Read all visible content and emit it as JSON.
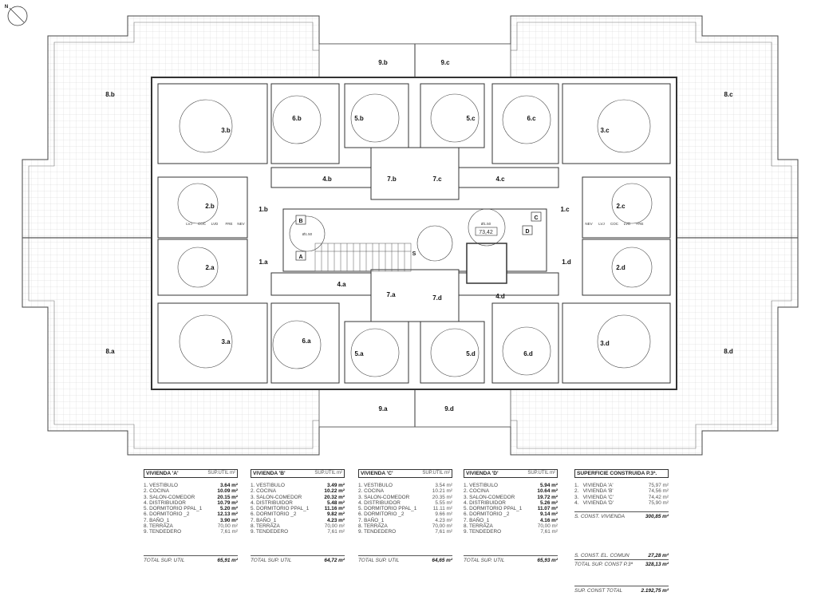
{
  "compass": {
    "north": "N"
  },
  "plan": {
    "rooms": {
      "8b": "8.b",
      "8c": "8.c",
      "8a": "8.a",
      "8d": "8.d",
      "9b": "9.b",
      "9c": "9.c",
      "9a": "9.a",
      "9d": "9.d",
      "3b": "3.b",
      "6b": "6.b",
      "5b": "5.b",
      "5c": "5.c",
      "6c": "6.c",
      "3c": "3.c",
      "4b": "4.b",
      "7b": "7.b",
      "7c": "7.c",
      "4c": "4.c",
      "2b": "2.b",
      "2c": "2.c",
      "1b": "1.b",
      "1c": "1.c",
      "1a": "1.a",
      "1d": "1.d",
      "2a": "2.a",
      "2d": "2.d",
      "4a": "4.a",
      "7a": "7.a",
      "7d": "7.d",
      "4d": "4.d",
      "3a": "3.a",
      "6a": "6.a",
      "5a": "5.a",
      "5d": "5.d",
      "6d": "6.d",
      "3d": "3.d"
    },
    "markers": {
      "a": "A",
      "b": "B",
      "c": "C",
      "d": "D"
    },
    "stair_label": "S",
    "landing_area": "73,42",
    "diameter": "Ø1.50",
    "kitchen_codes": [
      "LVJ",
      "COC",
      "LVD",
      "FRE",
      "NEV"
    ]
  },
  "tables": [
    {
      "title": "VIVIENDA 'A'",
      "header": "SUP.UTIL m²",
      "items": [
        {
          "label": "1. VESTIBULO",
          "value": "3.64 m²"
        },
        {
          "label": "2. COCINA",
          "value": "10.09 m²"
        },
        {
          "label": "3. SALON-COMEDOR",
          "value": "20.15 m²"
        },
        {
          "label": "4. DISTRIBUIDOR",
          "value": "10.79 m²"
        },
        {
          "label": "5. DORMITORIO PPAL_1",
          "value": "5.20 m²"
        },
        {
          "label": "6. DORMITORIO _2",
          "value": "12.13 m²"
        },
        {
          "label": "7. BAÑO_1",
          "value": "3.90 m²"
        },
        {
          "label": "8. TERRAZA",
          "value": "70,00 m²"
        },
        {
          "label": "9. TENDEDERO",
          "value": "7,61 m²"
        }
      ],
      "total_label": "TOTAL SUP. UTIL",
      "total_value": "65,91 m²"
    },
    {
      "title": "VIVIENDA 'B'",
      "header": "SUP.UTIL m²",
      "items": [
        {
          "label": "1. VESTIBULO",
          "value": "3.49 m²"
        },
        {
          "label": "2. COCINA",
          "value": "10.22 m²"
        },
        {
          "label": "3. SALON-COMEDOR",
          "value": "20.32 m²"
        },
        {
          "label": "4. DISTRIBUIDOR",
          "value": "5.48 m²"
        },
        {
          "label": "5. DORMITORIO PPAL_1",
          "value": "11.16 m²"
        },
        {
          "label": "6. DORMITORIO _2",
          "value": "9.82 m²"
        },
        {
          "label": "7. BAÑO_1",
          "value": "4.23 m²"
        },
        {
          "label": "8. TERRAZA",
          "value": "70,00 m²"
        },
        {
          "label": "9. TENDEDERO",
          "value": "7,61 m²"
        }
      ],
      "total_label": "TOTAL SUP. UTIL",
      "total_value": "64,72 m²"
    },
    {
      "title": "VIVIENDA 'C'",
      "header": "SUP.UTIL m²",
      "items": [
        {
          "label": "1. VESTIBULO",
          "value": "3.54 m²"
        },
        {
          "label": "2. COCINA",
          "value": "10.21 m²"
        },
        {
          "label": "3. SALON-COMEDOR",
          "value": "20.35 m²"
        },
        {
          "label": "4. DISTRIBUIDOR",
          "value": "5.55 m²"
        },
        {
          "label": "5. DORMITORIO PPAL_1",
          "value": "11.11 m²"
        },
        {
          "label": "6. DORMITORIO _2",
          "value": "9.66 m²"
        },
        {
          "label": "7. BAÑO_1",
          "value": "4.23 m²"
        },
        {
          "label": "8. TERRAZA",
          "value": "70,00 m²"
        },
        {
          "label": "9. TENDEDERO",
          "value": "7,61 m²"
        }
      ],
      "total_label": "TOTAL SUP. UTIL",
      "total_value": "64,65 m²"
    },
    {
      "title": "VIVIENDA 'D'",
      "header": "SUP.UTIL m²",
      "items": [
        {
          "label": "1. VESTIBULO",
          "value": "5.94 m²"
        },
        {
          "label": "2. COCINA",
          "value": "10.64 m²"
        },
        {
          "label": "3. SALON-COMEDOR",
          "value": "19.72 m²"
        },
        {
          "label": "4. DISTRIBUIDOR",
          "value": "5.26 m²"
        },
        {
          "label": "5. DORMITORIO PPAL_1",
          "value": "11.07 m²"
        },
        {
          "label": "6. DORMITORIO _2",
          "value": "9.14 m²"
        },
        {
          "label": "7. BAÑO_1",
          "value": "4.16 m²"
        },
        {
          "label": "8. TERRAZA",
          "value": "70,00 m²"
        },
        {
          "label": "9. TENDEDERO",
          "value": "7,61 m²"
        }
      ],
      "total_label": "TOTAL SUP. UTIL",
      "total_value": "65,93 m²"
    }
  ],
  "summary": {
    "title": "SUPERFICIE CONSTRUIDA P.3ª.",
    "items": [
      {
        "label": "1.   VIVIENDA 'A'",
        "value": "75,97 m²"
      },
      {
        "label": "2.   VIVIENDA 'B'",
        "value": "74,56 m²"
      },
      {
        "label": "3.   VIVIENDA 'C'",
        "value": "74,42 m²"
      },
      {
        "label": "4.   VIVIENDA 'D'",
        "value": "75,90 m²"
      }
    ],
    "const_vivienda_label": "S. CONST. VIVIENDA",
    "const_vivienda_value": "300,85 m²",
    "comun_label": "S. CONST. EL. COMUN",
    "comun_value": "27,28 m²",
    "total_p3_label": "TOTAL SUP. CONST P.3ª",
    "total_p3_value": "328,13 m²",
    "total_label": "SUP. CONST TOTAL",
    "total_value": "2.192,75 m²"
  }
}
